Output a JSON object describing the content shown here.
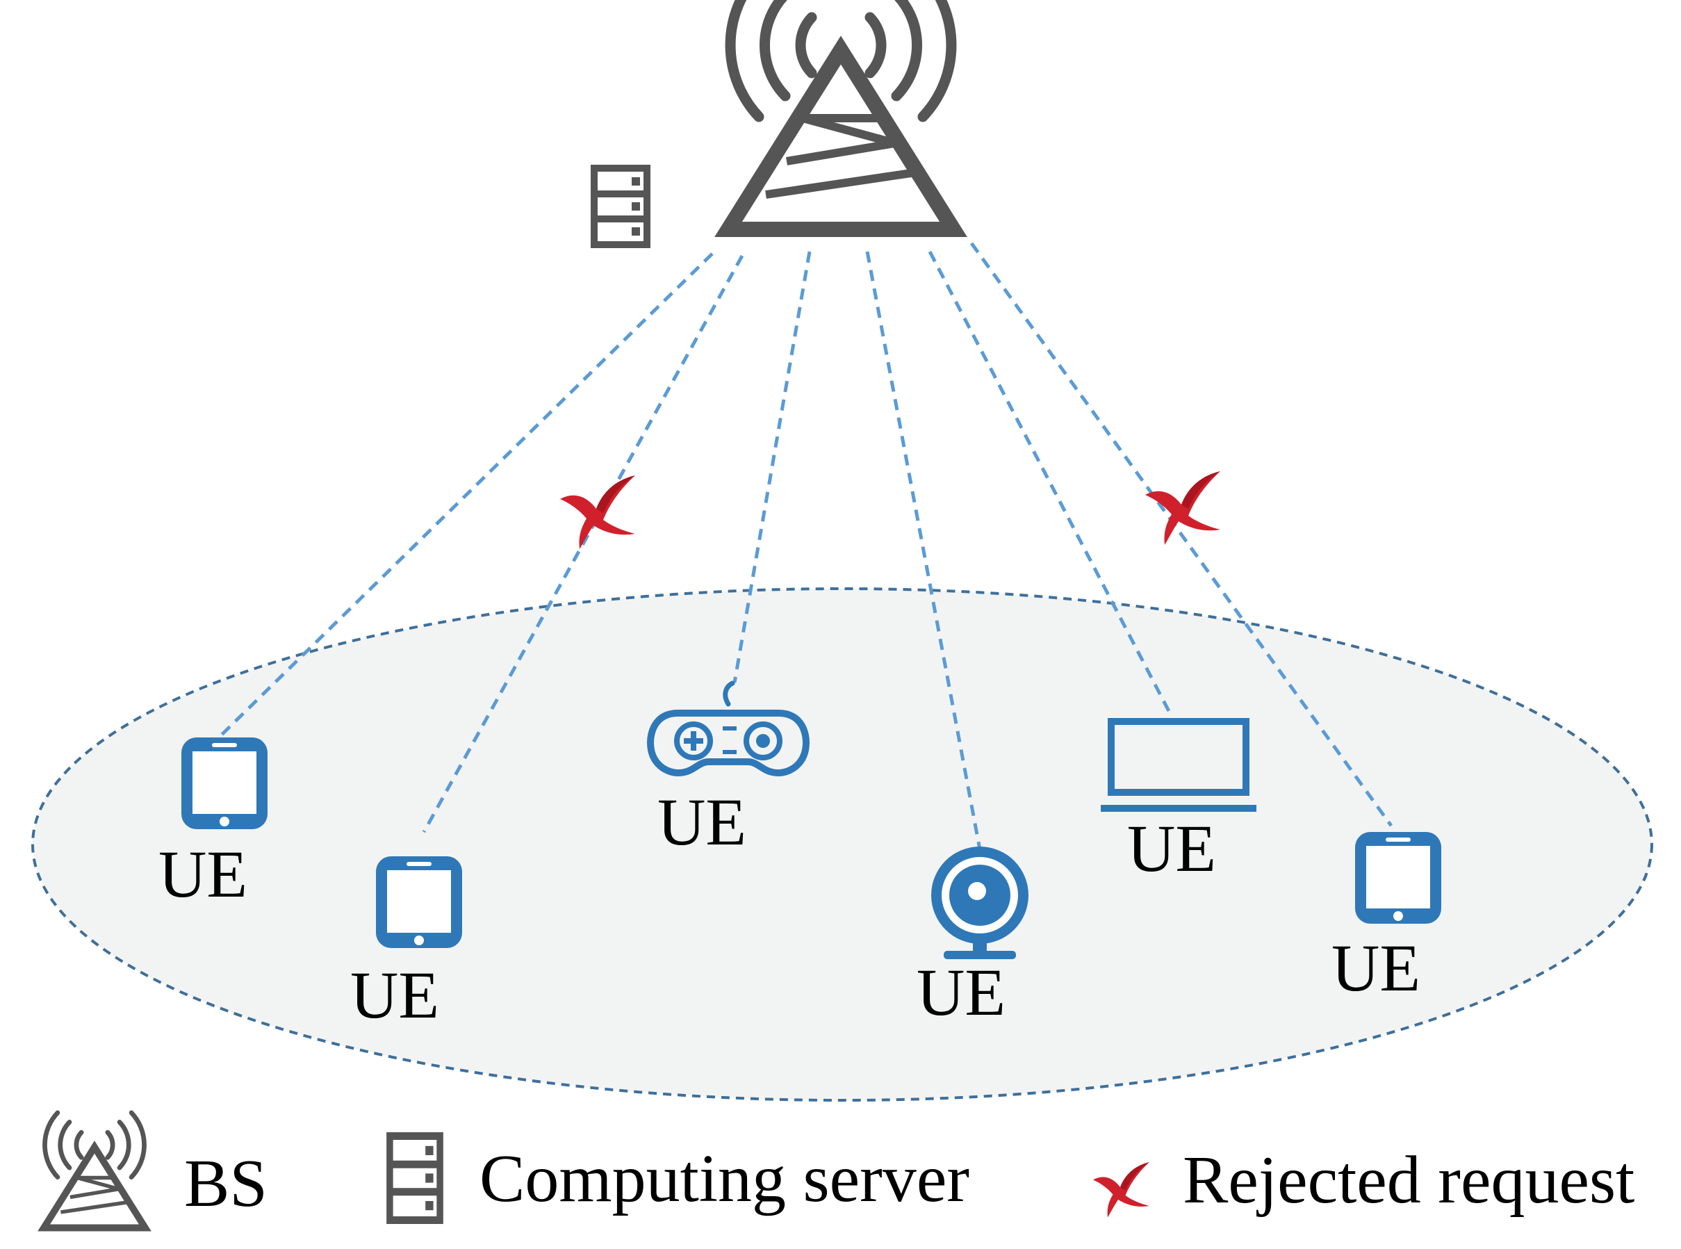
{
  "colors": {
    "tower": "#555555",
    "server": "#555555",
    "device": "#2f78b8",
    "link": "#5b9bd5",
    "coverage_fill": "#f2f4f4",
    "coverage_stroke": "#3f6f9a",
    "reject_mark": "#d0202c"
  },
  "icons": {
    "base_station": "cell-tower-icon",
    "server": "server-rack-icon",
    "smartphone": "smartphone-icon",
    "gamepad": "gamepad-icon",
    "webcam": "webcam-icon",
    "laptop": "laptop-icon",
    "reject": "red-x-mark-icon"
  },
  "devices": [
    {
      "id": "ue-1",
      "type": "smartphone",
      "label": "UE",
      "rejected": false
    },
    {
      "id": "ue-2",
      "type": "smartphone",
      "label": "UE",
      "rejected": true
    },
    {
      "id": "ue-3",
      "type": "gamepad",
      "label": "UE",
      "rejected": false
    },
    {
      "id": "ue-4",
      "type": "webcam",
      "label": "UE",
      "rejected": false
    },
    {
      "id": "ue-5",
      "type": "laptop",
      "label": "UE",
      "rejected": false
    },
    {
      "id": "ue-6",
      "type": "smartphone",
      "label": "UE",
      "rejected": true
    }
  ],
  "legend": {
    "bs": "BS",
    "server": "Computing server",
    "rejected": "Rejected request"
  }
}
